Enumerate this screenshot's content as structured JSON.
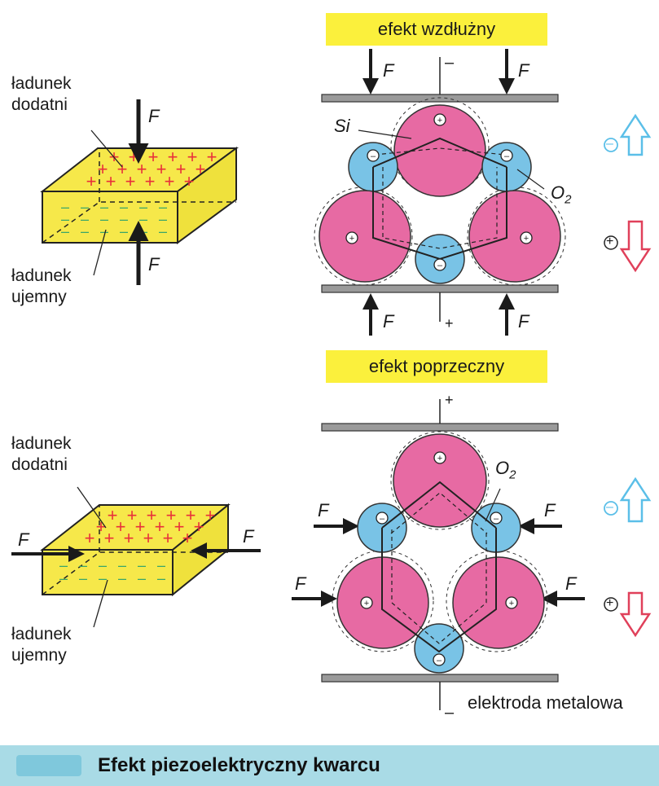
{
  "banners": {
    "longitudinal": "efekt wzdłużny",
    "transverse": "efekt poprzeczny"
  },
  "labels": {
    "positive_charge_line1": "ładunek",
    "positive_charge_line2": "dodatni",
    "negative_charge_line1": "ładunek",
    "negative_charge_line2": "ujemny",
    "force": "F",
    "silicon": "Si",
    "oxygen": "O",
    "oxygen_subscript": "2",
    "electrode": "elektroda metalowa",
    "plus_sign": "+",
    "minus_sign": "–",
    "atom_plus": "+",
    "atom_minus": "–"
  },
  "footer": {
    "title": "Efekt piezoelektryczny kwarcu"
  },
  "colors": {
    "crystal_yellow": "#fbf03c",
    "silicon_pink": "#e76aa3",
    "oxygen_blue": "#79c3e6",
    "plate_gray": "#9a9a9a",
    "arrow_up_cyan": "#5bbfe8",
    "arrow_down_red": "#e0405a",
    "plus_red": "#e8303a",
    "minus_green": "#3aa66a",
    "footer_bg": "#a9dbe6"
  }
}
